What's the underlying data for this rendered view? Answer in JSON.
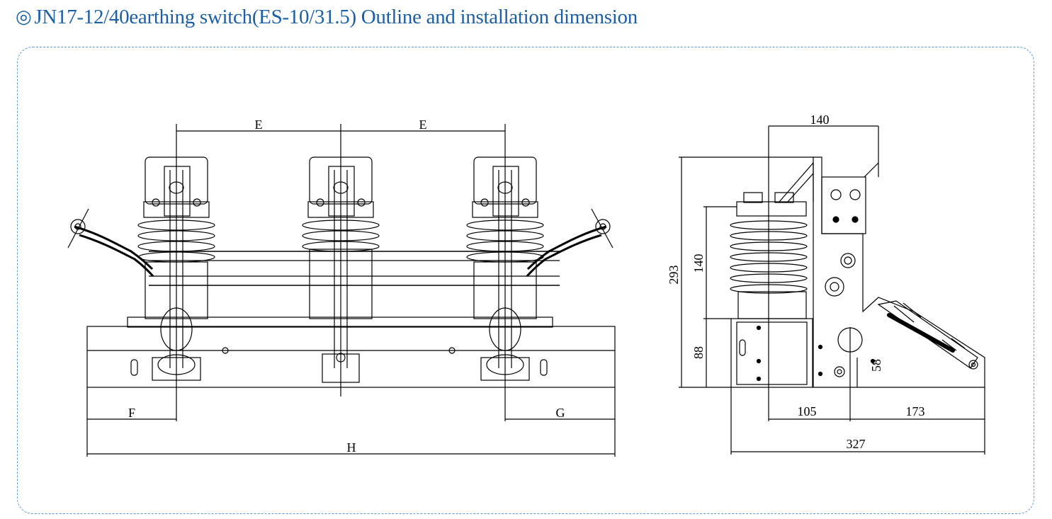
{
  "header": {
    "icon": "double-circle-icon",
    "symbol": "◎",
    "title": "JN17-12/40earthing switch(ES-10/31.5) Outline and installation dimension",
    "title_color": "#1b5fa6"
  },
  "frame": {
    "border_color": "#5b9bd5"
  },
  "front_view": {
    "dims": {
      "E_left": "E",
      "E_right": "E",
      "F": "F",
      "G": "G",
      "H": "H"
    }
  },
  "side_view": {
    "dims": {
      "d140_top": "140",
      "d293": "293",
      "d140_side": "140",
      "d88": "88",
      "d58": "58",
      "d105": "105",
      "d173": "173",
      "d327": "327"
    }
  }
}
